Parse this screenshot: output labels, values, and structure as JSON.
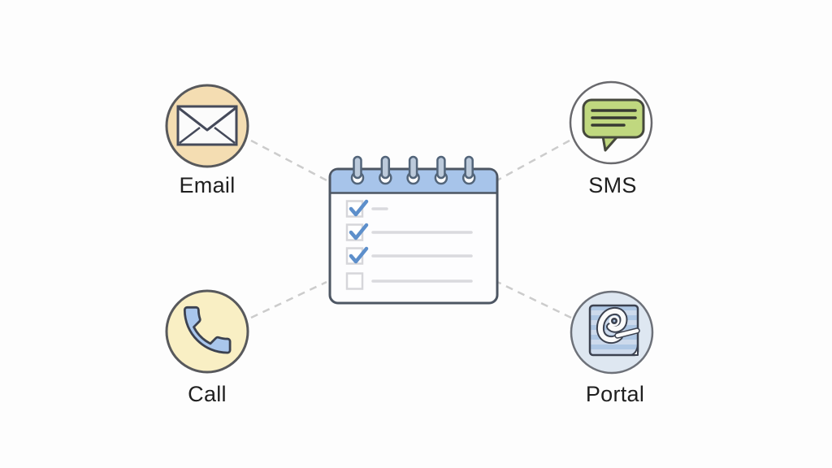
{
  "diagram": {
    "center": {
      "name": "checklist-calendar",
      "ring_count": 5,
      "rows": [
        {
          "checked": true,
          "line": "short"
        },
        {
          "checked": true,
          "line": "long"
        },
        {
          "checked": true,
          "line": "long"
        },
        {
          "checked": false,
          "line": "long"
        }
      ]
    },
    "nodes": [
      {
        "id": "email",
        "label": "Email",
        "icon": "envelope-icon",
        "position": "top-left",
        "circle_color": "#f4ddb2"
      },
      {
        "id": "sms",
        "label": "SMS",
        "icon": "speech-bubble-icon",
        "position": "top-right",
        "circle_color": "#fdfdfd"
      },
      {
        "id": "call",
        "label": "Call",
        "icon": "phone-handset-icon",
        "position": "bottom-left",
        "circle_color": "#f9efc4"
      },
      {
        "id": "portal",
        "label": "Portal",
        "icon": "portal-document-icon",
        "position": "bottom-right",
        "circle_color": "#dee7f1"
      }
    ],
    "colors": {
      "background": "#fdfdfd",
      "connector": "#cccccc",
      "calendar_body": "#fdfdfe",
      "calendar_header": "#a7c4ea",
      "calendar_border": "#4d5663",
      "ring_fill": "#bccadb",
      "ring_stroke": "#53657a",
      "checkbox_border": "#d6d6da",
      "check_blue": "#5d8fcb",
      "row_line": "#dadade",
      "sms_bubble": "#c0d87f",
      "phone_blue": "#a9c6ec",
      "portal_square": "#aec7e4",
      "label_text": "#1f1f1f"
    }
  }
}
